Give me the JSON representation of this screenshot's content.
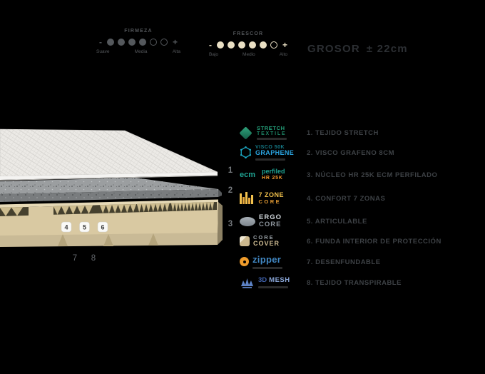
{
  "scales": {
    "firmeza": {
      "title": "FIRMEZA",
      "minus": "-",
      "plus": "+",
      "filled": 4,
      "total": 6,
      "color": "#54585c",
      "labels": [
        "Suave",
        "Media",
        "Alta"
      ]
    },
    "frescor": {
      "title": "FRESCOR",
      "minus": "-",
      "plus": "+",
      "filled": 5,
      "total": 6,
      "color": "#e9dfc4",
      "labels": [
        "Bajo",
        "Medio",
        "Alto"
      ]
    }
  },
  "grosor": {
    "label": "GROSOR",
    "value": "± 22cm"
  },
  "markers": {
    "layers": [
      "1",
      "2",
      "3"
    ],
    "zones": [
      "4",
      "5",
      "6"
    ],
    "bottom": [
      "7",
      "8"
    ]
  },
  "features": [
    {
      "num": "1.",
      "label": "TEJIDO STRETCH",
      "badge": {
        "line1": "STRETCH",
        "line2": "TEXTILE"
      }
    },
    {
      "num": "2.",
      "label": "VISCO GRAFENO 8CM",
      "badge": {
        "line1": "VISCO 50K",
        "line2": "GRAPHENE"
      }
    },
    {
      "num": "3.",
      "label": "NÚCLEO HR 25K ECM PERFILADO",
      "badge": {
        "word": "ecm",
        "line1": "perfiled",
        "line2": "HR 25K"
      }
    },
    {
      "num": "4.",
      "label": "CONFORT 7 ZONAS",
      "badge": {
        "line1": "7 ZONE",
        "line2": "CORE"
      }
    },
    {
      "num": "5.",
      "label": "ARTICULABLE",
      "badge": {
        "line1": "ERGO",
        "line2": "CORE"
      }
    },
    {
      "num": "6.",
      "label": "FUNDA INTERIOR DE PROTECCIÓN",
      "badge": {
        "line1": "CORE",
        "line2": "COVER"
      }
    },
    {
      "num": "7.",
      "label": "DESENFUNDABLE",
      "badge": {
        "line1": "zipper"
      }
    },
    {
      "num": "8.",
      "label": "TEJIDO TRANSPIRABLE",
      "badge": {
        "line1": "3D",
        "line2": "MESH"
      }
    }
  ],
  "colors": {
    "background": "#000000",
    "stretch_green": "#25a07a",
    "graphene_blue": "#2aa3df",
    "ecm_teal": "#1fa291",
    "hr25k_orange": "#ef962e",
    "zone_yellow": "#f0c04b",
    "zone_orange": "#e29a33",
    "ergo_gray": "#8c949c",
    "cover_beige": "#d0bd93",
    "zipper_orange": "#ef9c2c",
    "zipper_blue": "#4187c2",
    "mesh_blue": "#5d83c6",
    "scale_cream": "#e9dfc4",
    "scale_gray": "#54585c",
    "fabric_white": "#eceae6",
    "visco_gray": "#8e9193",
    "core_tan": "#d9c9a2"
  }
}
